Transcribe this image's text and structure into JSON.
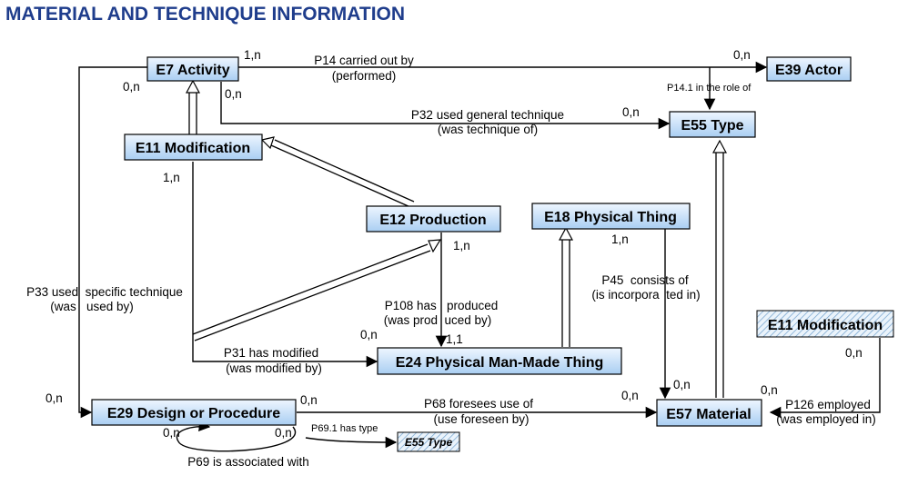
{
  "title": "MATERIAL AND TECHNIQUE INFORMATION",
  "nodes": {
    "e7": "E7 Activity",
    "e39": "E39 Actor",
    "e55": "E55 Type",
    "e11": "E11 Modification",
    "e12": "E12 Production",
    "e18": "E18 Physical Thing",
    "e24": "E24 Physical Man-Made Thing",
    "e11b": "E11 Modification",
    "e29": "E29 Design or Procedure",
    "e57": "E57 Material",
    "e55b": "E55 Type"
  },
  "edges": {
    "p14_a": "P14 carried out by",
    "p14_b": "(performed)",
    "p14_1": "P14.1 in the role of",
    "p32_a": "P32 used general technique",
    "p32_b": "(was technique of)",
    "p33_a": "P33 used  specific technique",
    "p33_b": "(was   used by)",
    "p108_a": "P108 has   produced",
    "p108_b": "(was prod  uced by)",
    "p45_a": "P45  consists of",
    "p45_b": "(is incorpora  ted in)",
    "p31_a": "P31 has modified",
    "p31_b": "(was modified by)",
    "p68_a": "P68 foresees use of",
    "p68_b": "(use foreseen by)",
    "p126_a": "P126 employed",
    "p126_b": "(was employed in)",
    "p69_1": "P69.1 has type",
    "p69": "P69 is associated with"
  },
  "cardinalities": {
    "e7_p14_src": "1,n",
    "e39_p14_tgt": "0,n",
    "e7_left": "0,n",
    "e7_p32_src": "0,n",
    "e55_p32_tgt": "0,n",
    "e11_src": "1,n",
    "e12_src": "1,n",
    "e18_src": "1,n",
    "p108_tgt": "1,1",
    "p31_tgt": "0,n",
    "e29_left": "0,n",
    "e29_right": "0,n",
    "p69_left": "0,n",
    "p69_right": "0,n",
    "e57_p45": "0,n",
    "e57_p68": "0,n",
    "e57_p126": "0,n",
    "e11b_src": "0,n"
  }
}
